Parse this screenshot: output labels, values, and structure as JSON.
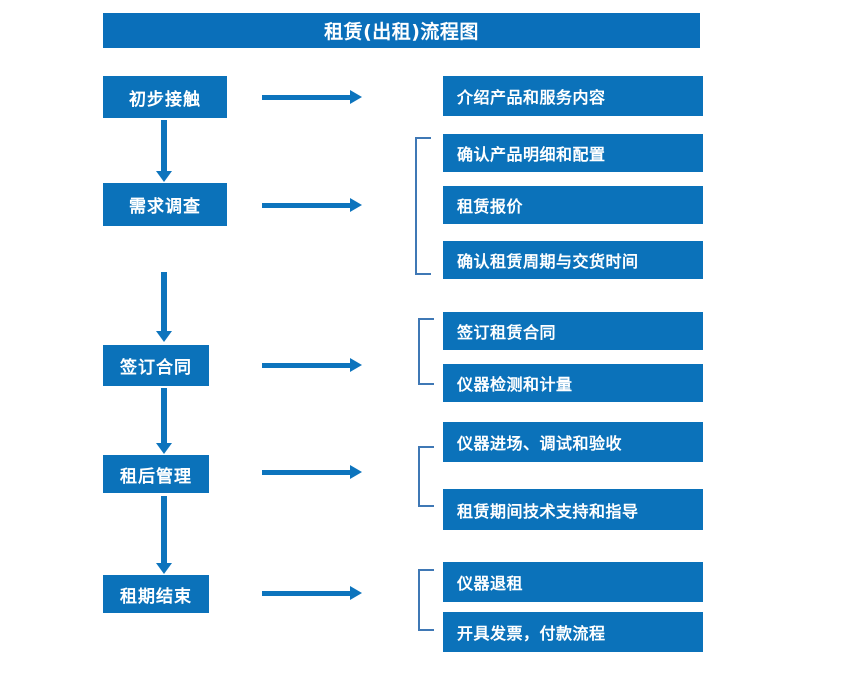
{
  "chart_title": "租赁(出租)流程图",
  "colors": {
    "box_blue": "#0b72ba",
    "title_blue": "#0a6fba",
    "arrow_blue": "#0d74bd",
    "bracket_blue": "#3f78b5",
    "text_white": "#ffffff",
    "background": "#ffffff"
  },
  "stages": [
    {
      "label": "初步接触"
    },
    {
      "label": "需求调查"
    },
    {
      "label": "签订合同"
    },
    {
      "label": "租后管理"
    },
    {
      "label": "租期结束"
    }
  ],
  "details": {
    "stage1": [
      {
        "label": "介绍产品和服务内容"
      }
    ],
    "stage2": [
      {
        "label": "确认产品明细和配置"
      },
      {
        "label": "租赁报价"
      },
      {
        "label": "确认租赁周期与交货时间"
      }
    ],
    "stage3": [
      {
        "label": "签订租赁合同"
      },
      {
        "label": "仪器检测和计量"
      }
    ],
    "stage4": [
      {
        "label": "仪器进场、调试和验收"
      },
      {
        "label": "租赁期间技术支持和指导"
      }
    ],
    "stage5": [
      {
        "label": "仪器退租"
      },
      {
        "label": "开具发票，付款流程"
      }
    ]
  }
}
